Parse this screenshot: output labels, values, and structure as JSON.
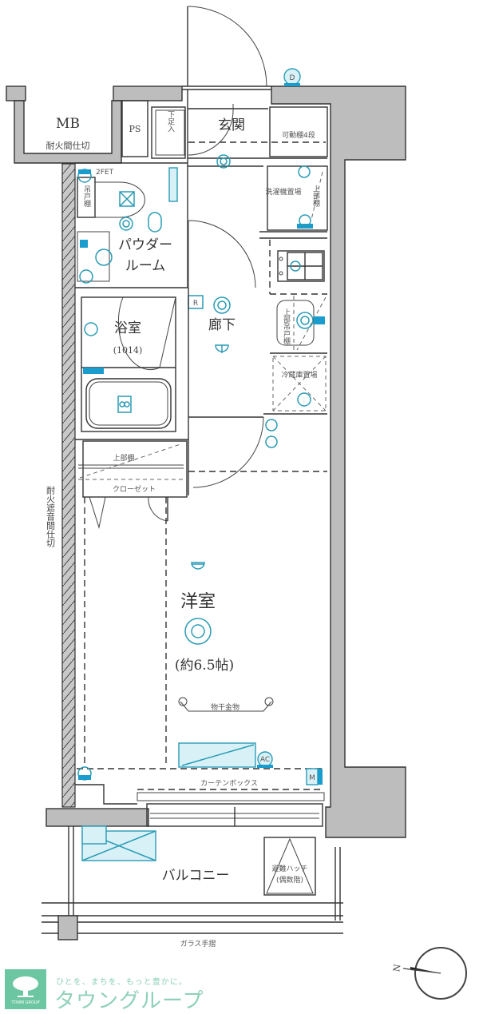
{
  "floorplan": {
    "rooms": {
      "mb": "MB",
      "mb_sub": "耐火間仕切",
      "ps": "PS",
      "shoe_box": "下足入",
      "entrance": "玄関",
      "movable_shelf": "可動棚4段",
      "washer_space": "洗濯機置場",
      "upper_cabinet_right": "上部棚",
      "powder_room_line1": "パウダー",
      "powder_room_line2": "ルーム",
      "toilet_cabinet": "吊戸棚",
      "hallway": "廊下",
      "bathroom": "浴室",
      "bathroom_size": "(1014)",
      "kitchen_upper_cabinet": "上部吊戸棚",
      "fridge_space": "冷蔵庫置場",
      "upper_shelf": "上部棚",
      "closet": "クローゼット",
      "western_room": "洋室",
      "western_room_size": "(約6.5帖)",
      "drying_hardware": "物干金物",
      "curtain_box": "カーテンボックス",
      "balcony": "バルコニー",
      "evac_hatch_line1": "避難ハッチ",
      "evac_hatch_line2": "(偶数階)",
      "glass_railing": "ガラス手摺",
      "fireproof_partition": "耐火遮音間仕切"
    },
    "symbols": {
      "doorbell": "D",
      "remote": "R",
      "aircon": "AC",
      "meter": "M",
      "fet_label": "2FET",
      "compass_north": "N"
    }
  },
  "footer": {
    "logo_text": "TOWN GROUP",
    "tagline": "ひとを、まちを、もっと豊かに。",
    "company_name": "タウングループ"
  }
}
